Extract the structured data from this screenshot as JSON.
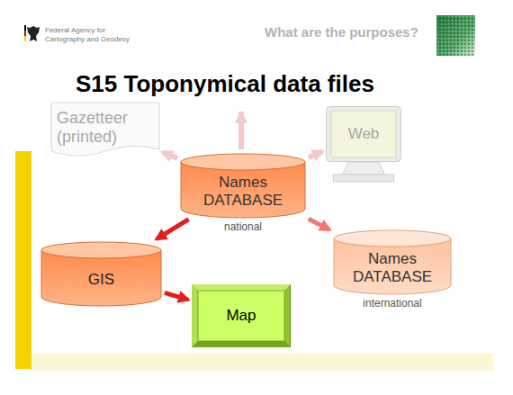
{
  "diagram": {
    "title": "S15 Toponymical data files",
    "nodes": [
      {
        "text": [
          "Gazetteer (printed)"
        ]
      },
      {
        "text": [
          "Web"
        ]
      },
      {
        "text": [
          "Names DATABASE",
          "national"
        ]
      },
      {
        "text": [
          "GIS"
        ]
      },
      {
        "text": [
          "Map"
        ]
      },
      {
        "text": [
          "Names DATABASE",
          "international"
        ]
      }
    ],
    "edges": [
      {
        "from": 2,
        "to": 0,
        "arrow": "to"
      },
      {
        "from": 2,
        "to": 1,
        "arrow": "to"
      },
      {
        "from": 2,
        "to": 3,
        "arrow": "to"
      },
      {
        "from": 3,
        "to": 4,
        "arrow": "to"
      },
      {
        "from": 2,
        "to": 5,
        "arrow": "to"
      }
    ],
    "labels": [
      "Federal Agency for Cartography and Geodesy",
      "What are the purposes?"
    ]
  }
}
